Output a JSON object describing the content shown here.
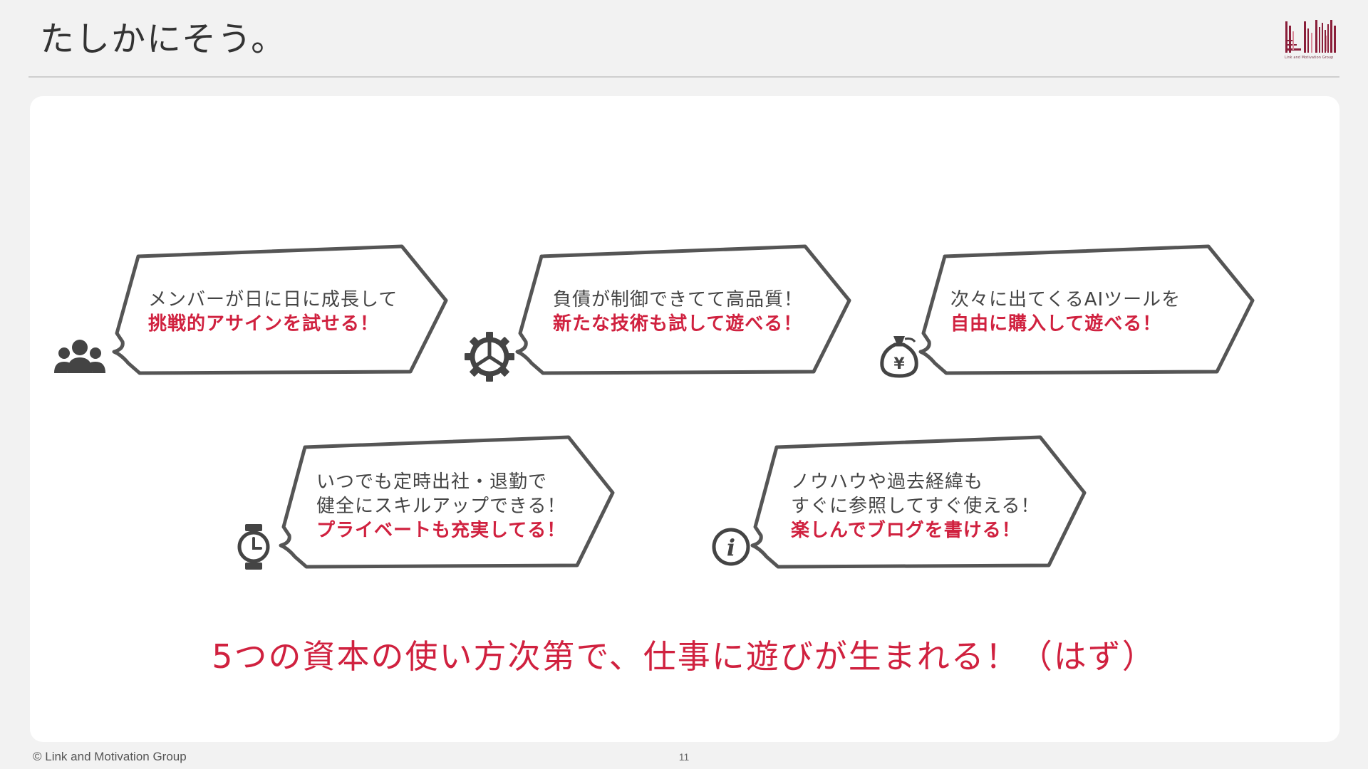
{
  "header": {
    "title": "たしかにそう。",
    "logo_caption": "Link and Motivation Group"
  },
  "bubbles": [
    {
      "icon": "people-icon",
      "lines": [
        "メンバーが日に日に成長して"
      ],
      "emphasis": "挑戦的アサインを試せる！"
    },
    {
      "icon": "gear-icon",
      "lines": [
        "負債が制御できてて高品質！"
      ],
      "emphasis": "新たな技術も試して遊べる！"
    },
    {
      "icon": "money-bag-icon",
      "lines": [
        "次々に出てくるAIツールを"
      ],
      "emphasis": "自由に購入して遊べる！"
    },
    {
      "icon": "watch-icon",
      "lines": [
        "いつでも定時出社・退勤で",
        "健全にスキルアップできる！"
      ],
      "emphasis": "プライベートも充実してる！"
    },
    {
      "icon": "info-icon",
      "lines": [
        "ノウハウや過去経緯も",
        "すぐに参照してすぐ使える！"
      ],
      "emphasis": "楽しんでブログを書ける！"
    }
  ],
  "headline": "5つの資本の使い方次第で、仕事に遊びが生まれる！（はず）",
  "footer": {
    "copyright": "© Link and Motivation Group",
    "page_number": "11"
  },
  "colors": {
    "accent": "#d0213f",
    "bubble_stroke": "#555555",
    "background": "#f2f2f2",
    "card": "#ffffff"
  }
}
